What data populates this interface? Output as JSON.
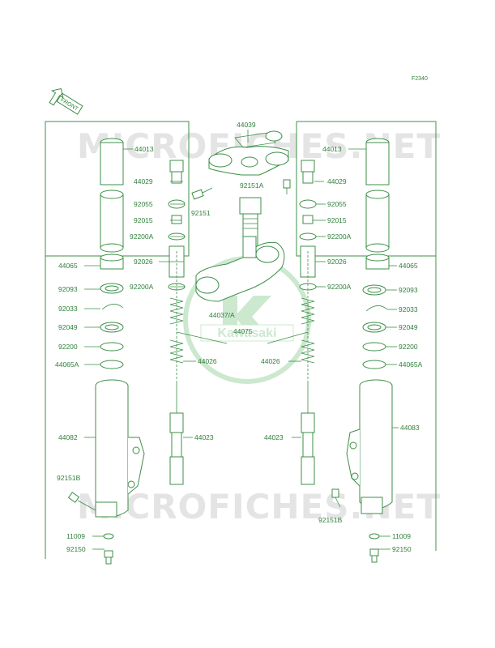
{
  "figure_id": "F2340",
  "front_label": "FRONT",
  "watermark_text": "MICROFICHES.NET",
  "brand_logo_text": "Kawasaki",
  "colors": {
    "line": "#3c8f47",
    "label": "#2f7f3a",
    "watermark": "#e4e4e4"
  },
  "parts": {
    "p44039": "44039",
    "p44013_l": "44013",
    "p44013_r": "44013",
    "p44029_l": "44029",
    "p44029_r": "44029",
    "p92151a": "92151A",
    "p92151": "92151",
    "p92055_l": "92055",
    "p92055_r": "92055",
    "p92015_l": "92015",
    "p92015_r": "92015",
    "p92200a_l1": "92200A",
    "p92200a_r1": "92200A",
    "p92026_l": "92026",
    "p92026_r": "92026",
    "p44065_l": "44065",
    "p44065_r": "44065",
    "p92200a_l2": "92200A",
    "p92200a_r2": "92200A",
    "p92093_l": "92093",
    "p92093_r": "92093",
    "p44037": "44037/A",
    "p92033_l": "92033",
    "p92033_r": "92033",
    "p44075": "44075",
    "p92049_l": "92049",
    "p92049_r": "92049",
    "p92200_l": "92200",
    "p92200_r": "92200",
    "p44065a_l": "44065A",
    "p44065a_r": "44065A",
    "p44026_l": "44026",
    "p44026_r": "44026",
    "p44083": "44083",
    "p44082": "44082",
    "p44023_l": "44023",
    "p44023_r": "44023",
    "p92151b_l": "92151B",
    "p92151b_r": "92151B",
    "p11009_l": "11009",
    "p11009_r": "11009",
    "p92150_l": "92150",
    "p92150_r": "92150"
  }
}
